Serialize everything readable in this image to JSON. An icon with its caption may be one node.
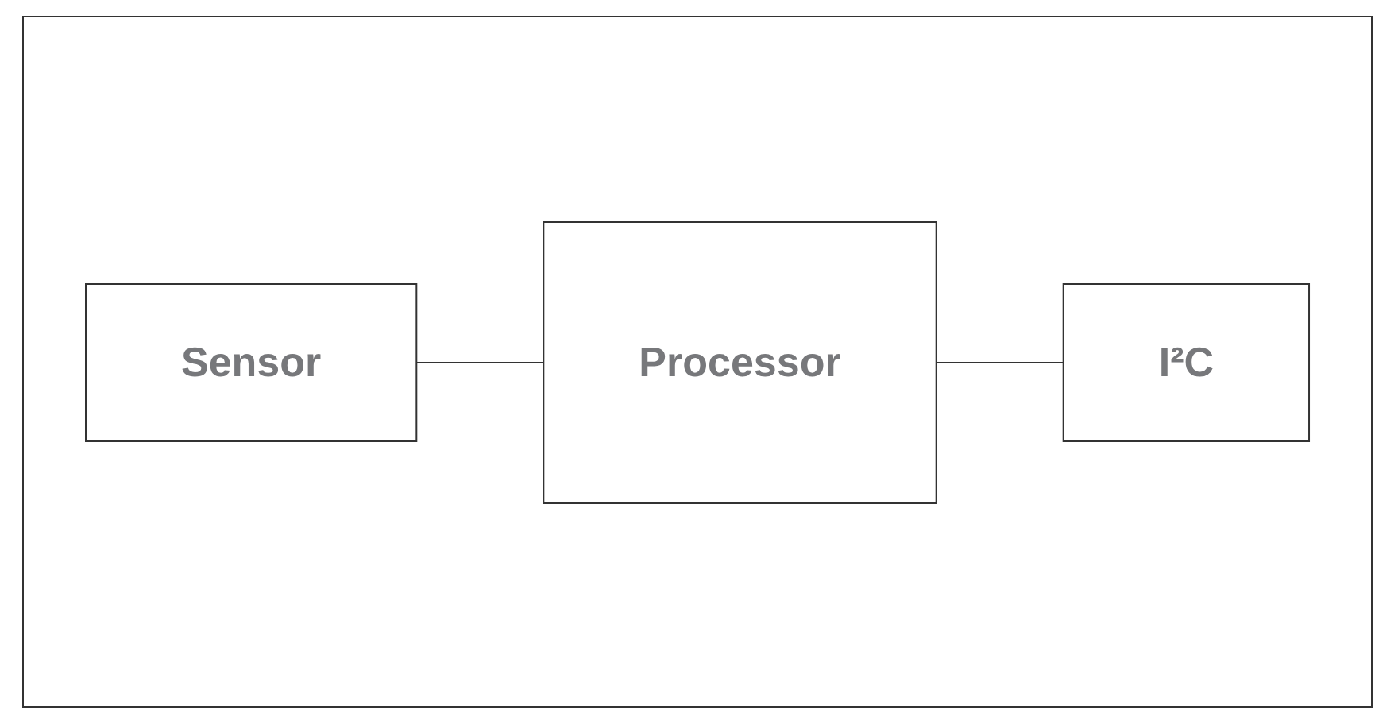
{
  "diagram": {
    "nodes": [
      {
        "text": [
          "Sensor"
        ]
      },
      {
        "text": [
          "Processor"
        ]
      },
      {
        "text": [
          "I²C"
        ]
      }
    ],
    "edges": [
      {
        "from": 0,
        "to": 1,
        "arrow": "none"
      },
      {
        "from": 1,
        "to": 2,
        "arrow": "none"
      }
    ]
  }
}
